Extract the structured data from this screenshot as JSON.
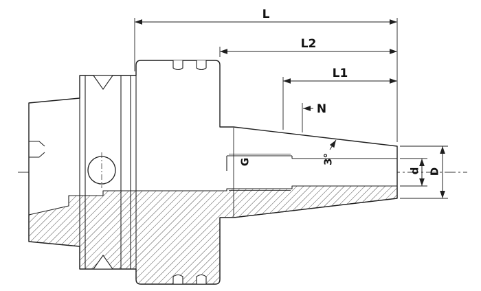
{
  "drawing": {
    "type": "technical-section-drawing",
    "subject": "collet-chuck-tool-holder-cross-section",
    "background_color": "#ffffff",
    "line_color": "#1f1f1f",
    "labels": {
      "total_length": "L",
      "length_l2": "L2",
      "length_l1": "L1",
      "projection_n": "N",
      "thread_g": "G",
      "taper_angle": "3°",
      "diameter_small": "d",
      "diameter_large": "D"
    }
  }
}
